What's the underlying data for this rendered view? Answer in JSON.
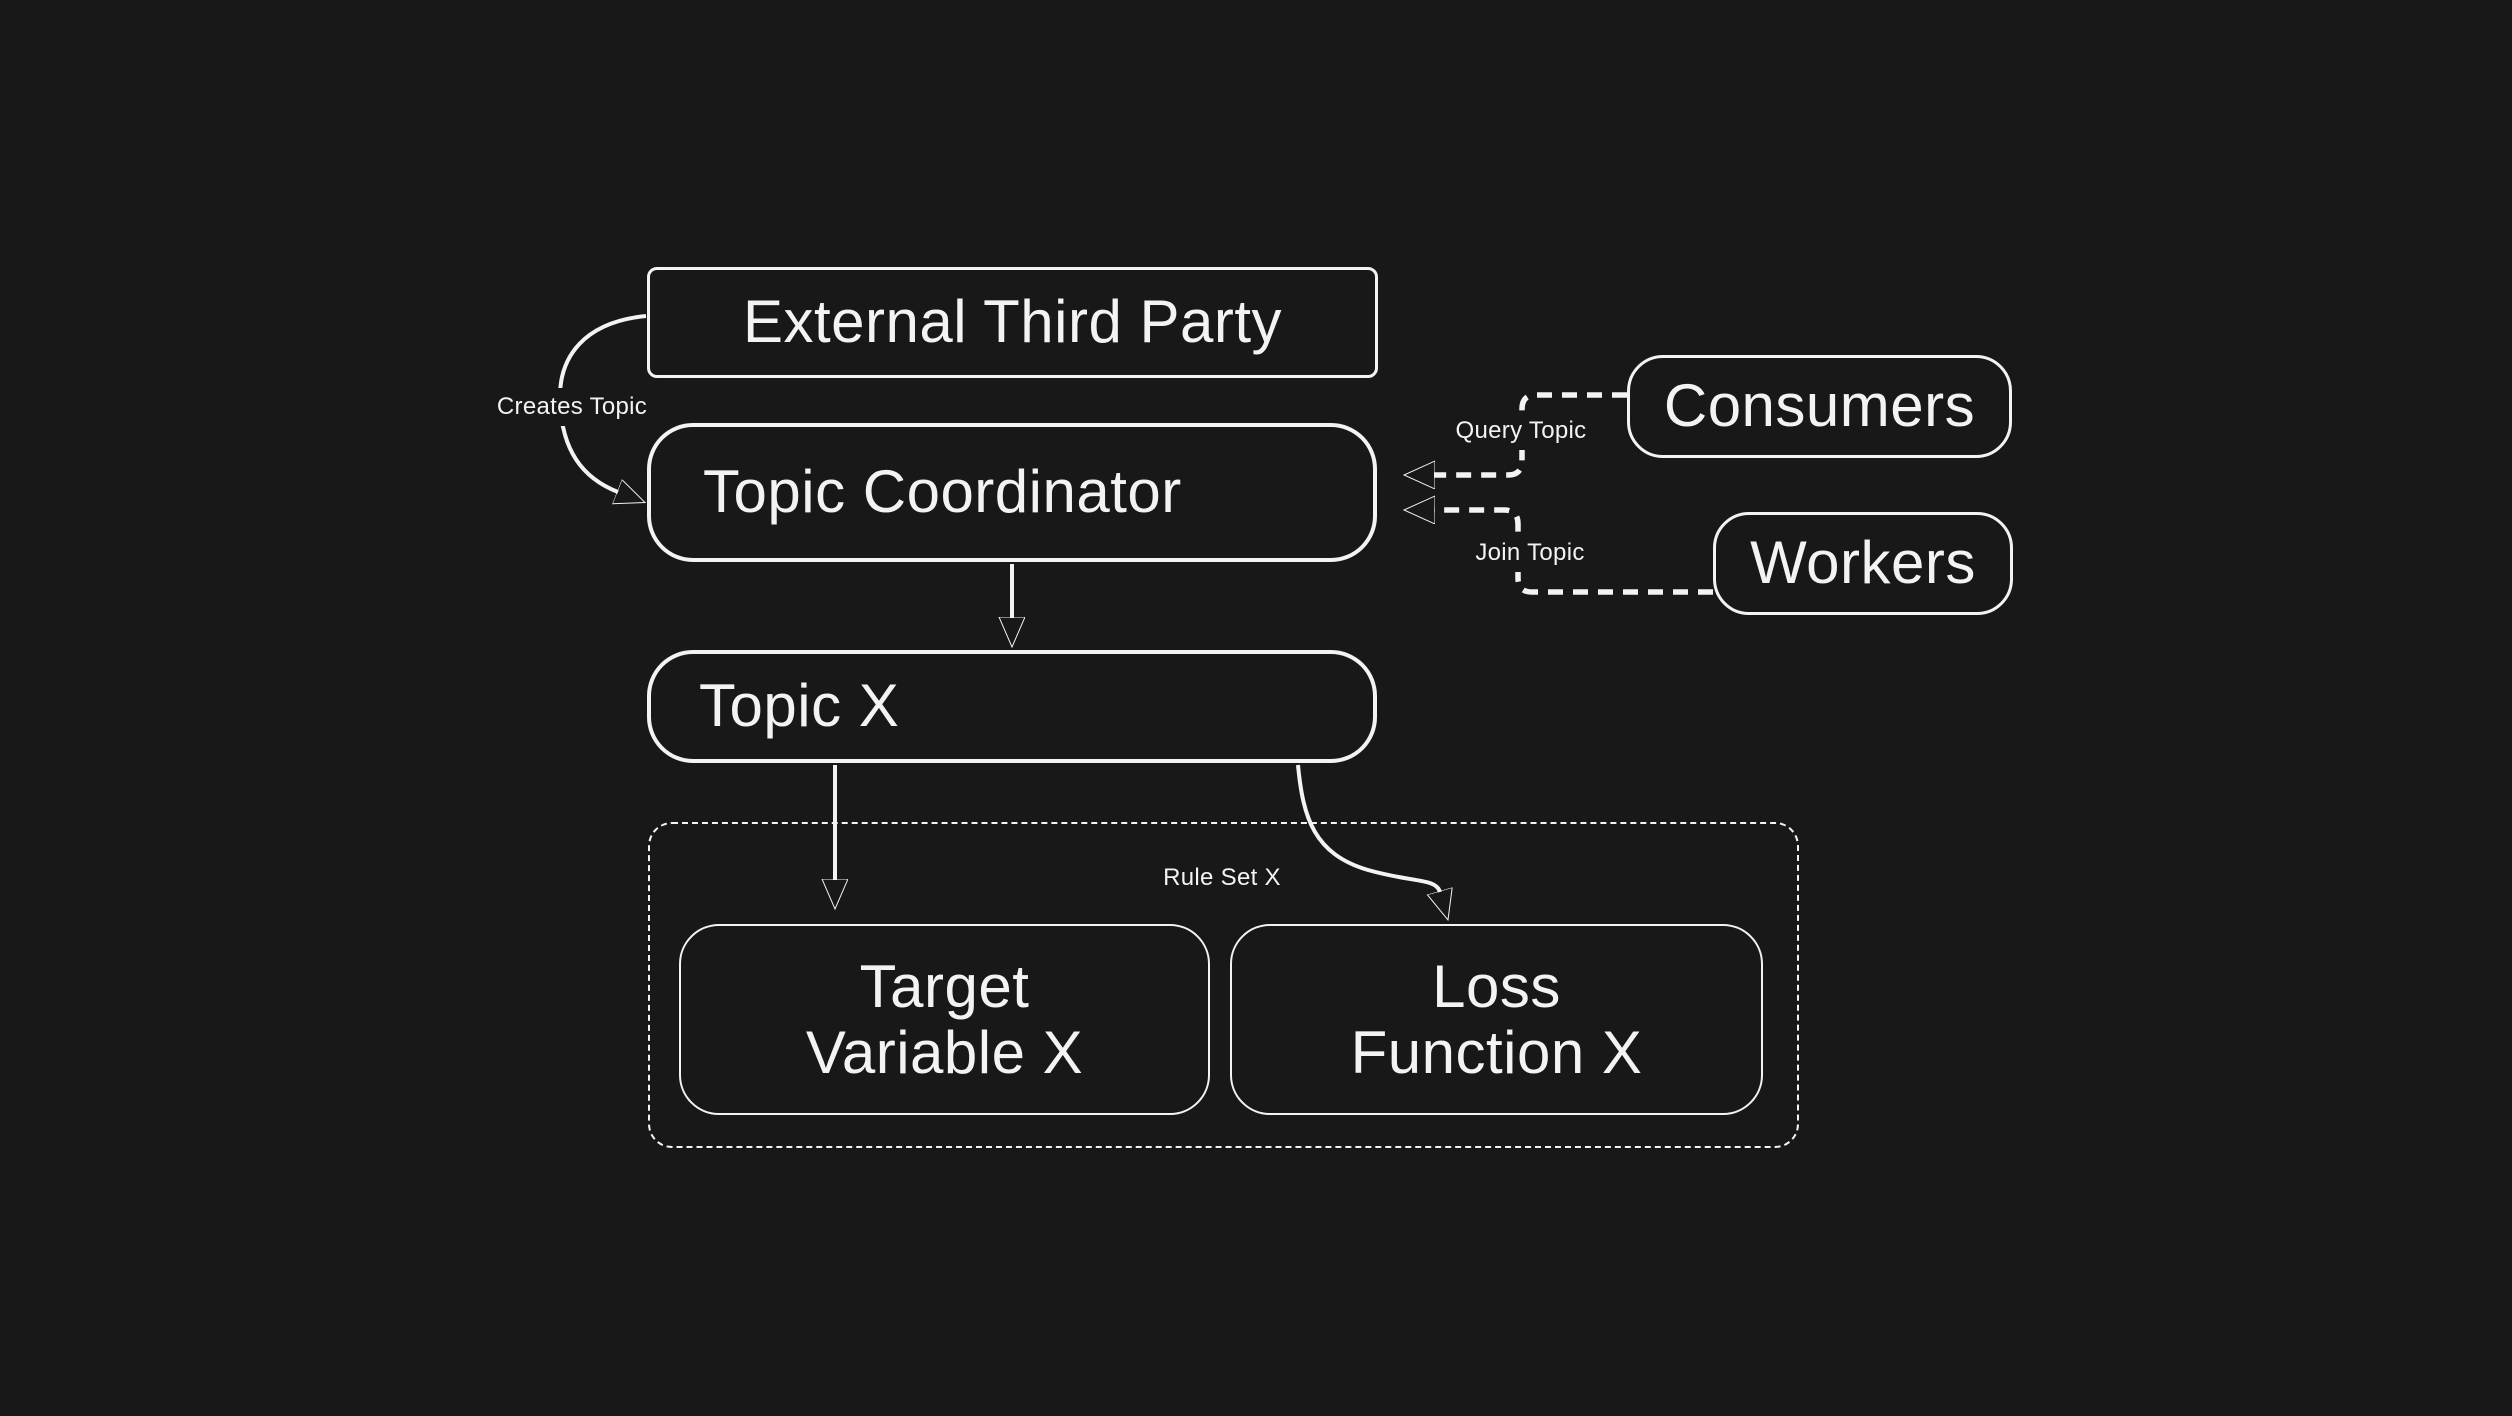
{
  "diagram": {
    "colors": {
      "background": "#181818",
      "line": "#f3f3f3",
      "text": "#f3f3f3"
    },
    "nodes": {
      "external": {
        "label": "External Third Party"
      },
      "coordinator": {
        "label": "Topic Coordinator"
      },
      "topic_x": {
        "label": "Topic X"
      },
      "consumers": {
        "label": "Consumers"
      },
      "workers": {
        "label": "Workers"
      },
      "target_variable": {
        "line1": "Target",
        "line2": "Variable X"
      },
      "loss_function": {
        "line1": "Loss",
        "line2": "Function X"
      }
    },
    "edge_labels": {
      "creates_topic": "Creates Topic",
      "query_topic": "Query Topic",
      "join_topic": "Join Topic",
      "rule_set": "Rule Set X"
    }
  }
}
